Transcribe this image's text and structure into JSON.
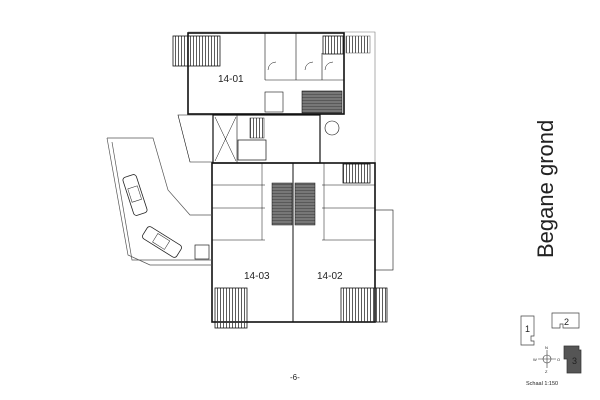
{
  "plan": {
    "title": "Begane grond",
    "page_number": "-6-",
    "scale": "Schaal  1:150",
    "units": [
      "14-01",
      "14-03",
      "14-02"
    ]
  },
  "key_plan": {
    "blocks": [
      "1",
      "2",
      "3"
    ],
    "highlighted": "3",
    "highlight_color": "#555555"
  },
  "compass": {
    "north": "N",
    "west": "W",
    "east": "O",
    "south": "Z"
  }
}
